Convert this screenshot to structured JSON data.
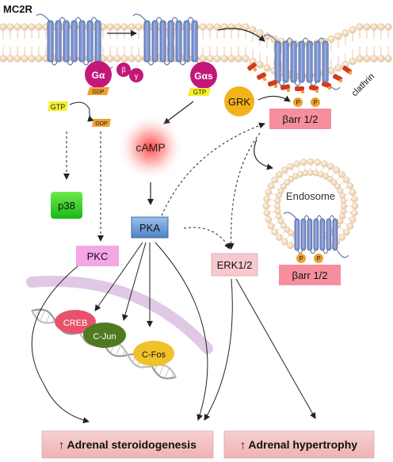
{
  "labels": {
    "receptor": "MC2R",
    "g_alpha": "Gα",
    "beta": "β",
    "gamma": "γ",
    "gdp1": "GDP",
    "gdp2": "GDP",
    "g_alpha_s": "Gαs",
    "gtp_bound": "GTP",
    "gtp_free": "GTP",
    "camp": "cAMP",
    "p38": "p38",
    "pkc": "PKC",
    "pka": "PKA",
    "creb": "CREB",
    "cjun": "C-Jun",
    "cfos": "C-Fos",
    "erk": "ERK1/2",
    "grk": "GRK",
    "p": "P",
    "barr_top": "βarr 1/2",
    "barr_bottom": "βarr 1/2",
    "clathrin": "clathrin",
    "endosome": "Endosome",
    "outcome_steroid": "↑ Adrenal steroidogenesis",
    "outcome_hypertrophy": "↑ Adrenal hypertrophy"
  },
  "colors": {
    "receptor": "#7e95cf",
    "receptor_stroke": "#4a5f9e",
    "g_protein": "#c2187a",
    "gdp": "#f0a030",
    "gtp": "#f6ef2a",
    "camp_glow": "#ff4d4d",
    "p38": "#2fcc2f",
    "pkc": "#f4a6e6",
    "pka": "#6b9bd2",
    "erk": "#f7c9cf",
    "creb": "#e8536b",
    "cjun": "#4f7a1f",
    "cfos": "#f0c228",
    "grk": "#f2b21a",
    "barr": "#f58f9d",
    "clathrin": "#d23a1f",
    "outcome": "#f2bfbf"
  }
}
